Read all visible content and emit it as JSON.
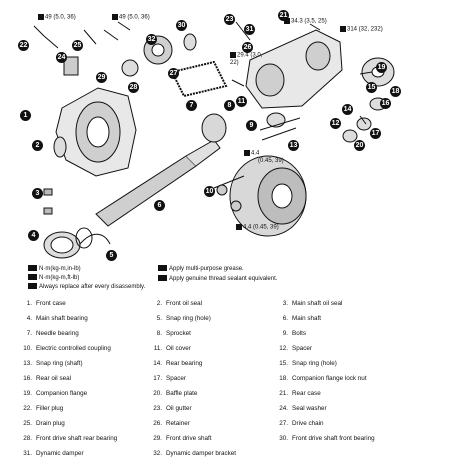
{
  "legend": {
    "torque_unit": "N·m(kg-m,in-lb)",
    "torque_unit_alt": "N·m(kg-m,ft-lb)",
    "replace_note": "Always replace after every disassembly.",
    "grease_note": "Apply multi-purpose grease.",
    "sealant_note": "Apply genuine thread sealant equivalent."
  },
  "torques": {
    "t1": "49 (5.0, 36)",
    "t2": "49 (5.0, 36)",
    "t3": "34.3 (3.5, 25)",
    "t4": "314 (32, 232)",
    "t5": "29.4 (3.0, 22)",
    "t6": "4.4",
    "t7": "(0.45, 39)",
    "t8": "4.4 (0.45, 39)"
  },
  "callouts": [
    "1",
    "2",
    "3",
    "4",
    "5",
    "6",
    "7",
    "8",
    "9",
    "10",
    "11",
    "12",
    "13",
    "14",
    "15",
    "16",
    "17",
    "18",
    "19",
    "20",
    "21",
    "22",
    "23",
    "24",
    "25",
    "26",
    "27",
    "28",
    "29",
    "30",
    "31",
    "32"
  ],
  "parts": [
    [
      {
        "n": "1.",
        "t": "Front case"
      },
      {
        "n": "2.",
        "t": "Front oil seal"
      },
      {
        "n": "3.",
        "t": "Main shaft oil seal"
      }
    ],
    [
      {
        "n": "4.",
        "t": "Main shaft bearing"
      },
      {
        "n": "5.",
        "t": "Snap ring (hole)"
      },
      {
        "n": "6.",
        "t": "Main shaft"
      }
    ],
    [
      {
        "n": "7.",
        "t": "Needle bearing"
      },
      {
        "n": "8.",
        "t": "Sprocket"
      },
      {
        "n": "9.",
        "t": "Bolts"
      }
    ],
    [
      {
        "n": "10.",
        "t": "Electric controlled coupling"
      },
      {
        "n": "11.",
        "t": "Oil cover"
      },
      {
        "n": "12.",
        "t": "Spacer"
      }
    ],
    [
      {
        "n": "13.",
        "t": "Snap ring (shaft)"
      },
      {
        "n": "14.",
        "t": "Rear bearing"
      },
      {
        "n": "15.",
        "t": "Snap ring (hole)"
      }
    ],
    [
      {
        "n": "16.",
        "t": "Rear oil seal"
      },
      {
        "n": "17.",
        "t": "Spacer"
      },
      {
        "n": "18.",
        "t": "Companion flange lock nut"
      }
    ],
    [
      {
        "n": "19.",
        "t": "Companion flange"
      },
      {
        "n": "20.",
        "t": "Baffle plate"
      },
      {
        "n": "21.",
        "t": "Rear case"
      }
    ],
    [
      {
        "n": "22.",
        "t": "Filler plug"
      },
      {
        "n": "23.",
        "t": "Oil gutter"
      },
      {
        "n": "24.",
        "t": "Seal washer"
      }
    ],
    [
      {
        "n": "25.",
        "t": "Drain plug"
      },
      {
        "n": "26.",
        "t": "Retainer"
      },
      {
        "n": "27.",
        "t": "Drive chain"
      }
    ],
    [
      {
        "n": "28.",
        "t": "Front drive shaft rear bearing"
      },
      {
        "n": "29.",
        "t": "Front drive shaft"
      },
      {
        "n": "30.",
        "t": "Front drive shaft front bearing"
      }
    ],
    [
      {
        "n": "31.",
        "t": "Dynamic damper"
      },
      {
        "n": "32.",
        "t": "Dynamic damper bracket"
      },
      {
        "n": "",
        "t": ""
      }
    ]
  ]
}
